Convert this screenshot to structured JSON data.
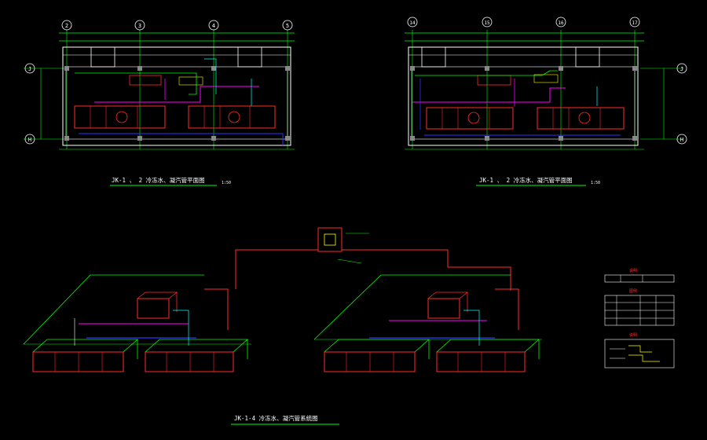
{
  "drawing": {
    "colors": {
      "background": "#000000",
      "wall": "#ffffff",
      "dimension": "#00ff00",
      "duct_red": "#ff2a2a",
      "pipe_magenta": "#ff00ff",
      "pipe_blue": "#3030ff",
      "pipe_cyan": "#00ffff",
      "pipe_yellow": "#ffff00"
    },
    "plan_left": {
      "title": "JK-1 、 2 冷冻水、凝汽管平面图",
      "scale": "1:50",
      "axis_columns": [
        "2",
        "3",
        "4",
        "5"
      ],
      "axis_rows": [
        "J",
        "H"
      ]
    },
    "plan_right": {
      "title": "JK-1 、 2 冷冻水、凝汽管平面图",
      "scale": "1:50",
      "axis_columns": [
        "14",
        "15",
        "16",
        "17"
      ],
      "axis_rows": [
        "J",
        "H"
      ]
    },
    "isometric": {
      "title": "JK-1-4  冷冻水、凝汽管系统图"
    },
    "legend": {
      "table1_header": "说明",
      "table2_header": "图例",
      "table3_header": "说明"
    }
  }
}
